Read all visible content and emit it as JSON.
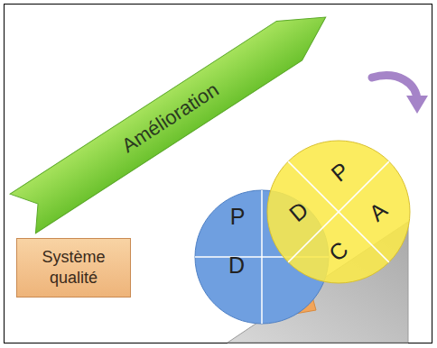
{
  "diagram": {
    "nodes": [
      {
        "text": [
          "Amélioration"
        ]
      },
      {
        "text": [
          "Système qualité"
        ]
      },
      {
        "text": [
          "P",
          "D"
        ]
      },
      {
        "text": [
          "P",
          "A",
          "C",
          "D"
        ]
      }
    ]
  }
}
